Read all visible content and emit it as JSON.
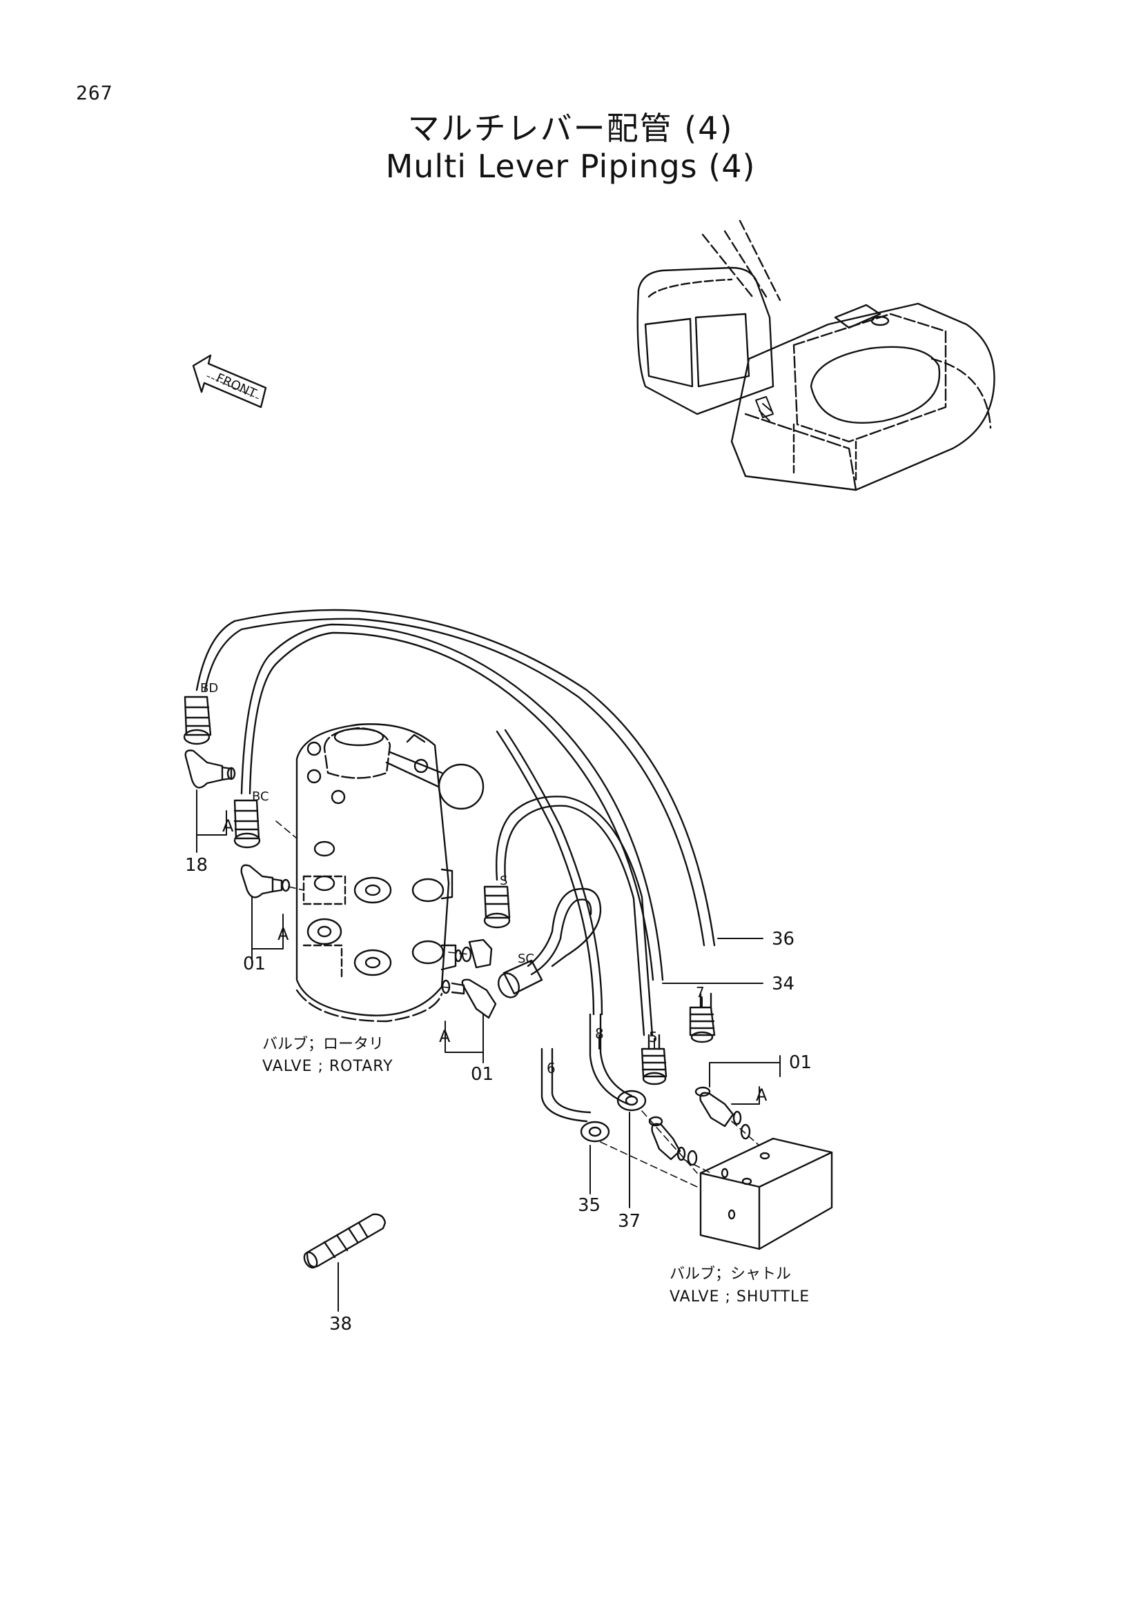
{
  "page_number": "267",
  "title_ja": "マルチレバー配管 (4)",
  "title_en": "Multi Lever Pipings (4)",
  "front_label": "FRONT",
  "port_labels": {
    "bd": "BD",
    "bc": "BC",
    "s": "S",
    "sc": "SC"
  },
  "hose_labels": {
    "h5": "5",
    "h6": "6",
    "h7": "7",
    "h8": "8"
  },
  "detail_letter": "A",
  "parts": {
    "p18": "18",
    "p01_left": "01",
    "p01_center": "01",
    "p01_right": "01",
    "p36": "36",
    "p34": "34",
    "p35": "35",
    "p37": "37",
    "p38": "38"
  },
  "valve_rotary": {
    "ja": "バルブ；ロータリ",
    "en": "VALVE ; ROTARY"
  },
  "valve_shuttle": {
    "ja": "バルブ；シャトル",
    "en": "VALVE ; SHUTTLE"
  }
}
